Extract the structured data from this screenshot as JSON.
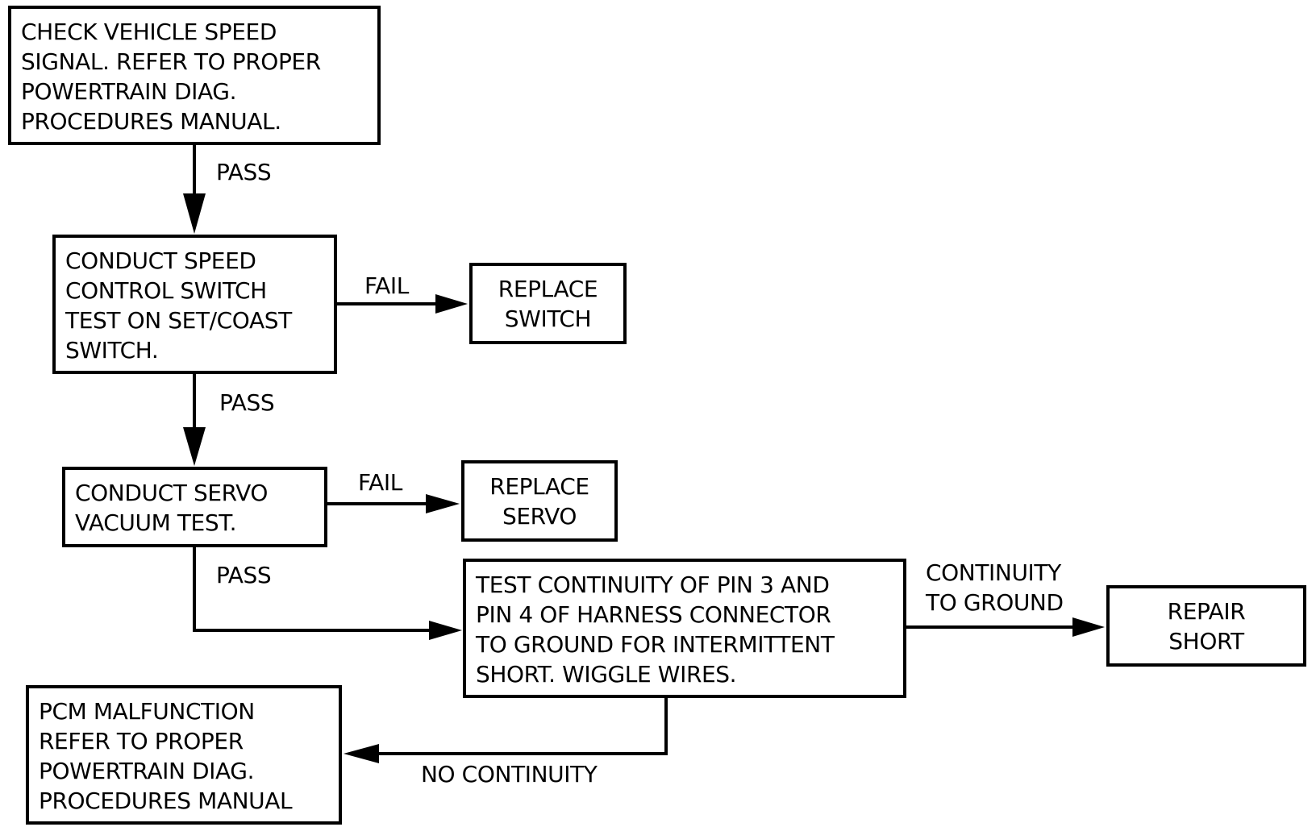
{
  "boxes": {
    "check_speed": [
      "CHECK VEHICLE SPEED",
      "SIGNAL. REFER TO PROPER",
      "POWERTRAIN DIAG.",
      "PROCEDURES MANUAL."
    ],
    "switch_test": [
      "CONDUCT SPEED",
      "CONTROL SWITCH",
      "TEST ON SET/COAST",
      "SWITCH."
    ],
    "replace_switch": [
      "REPLACE",
      "SWITCH"
    ],
    "servo_test": [
      "CONDUCT SERVO",
      "VACUUM TEST."
    ],
    "replace_servo": [
      "REPLACE",
      "SERVO"
    ],
    "continuity_test": [
      "TEST CONTINUITY OF PIN 3 AND",
      "PIN 4 OF HARNESS CONNECTOR",
      "TO GROUND FOR INTERMITTENT",
      "SHORT. WIGGLE WIRES."
    ],
    "repair_short": [
      "REPAIR",
      "SHORT"
    ],
    "pcm_malfunction": [
      "PCM MALFUNCTION",
      "REFER TO PROPER",
      "POWERTRAIN DIAG.",
      "PROCEDURES MANUAL"
    ]
  },
  "labels": {
    "pass_1": "PASS",
    "fail_1": "FAIL",
    "pass_2": "PASS",
    "fail_2": "FAIL",
    "pass_3": "PASS",
    "continuity_to_ground": [
      "CONTINUITY",
      "TO GROUND"
    ],
    "no_continuity": "NO CONTINUITY"
  }
}
